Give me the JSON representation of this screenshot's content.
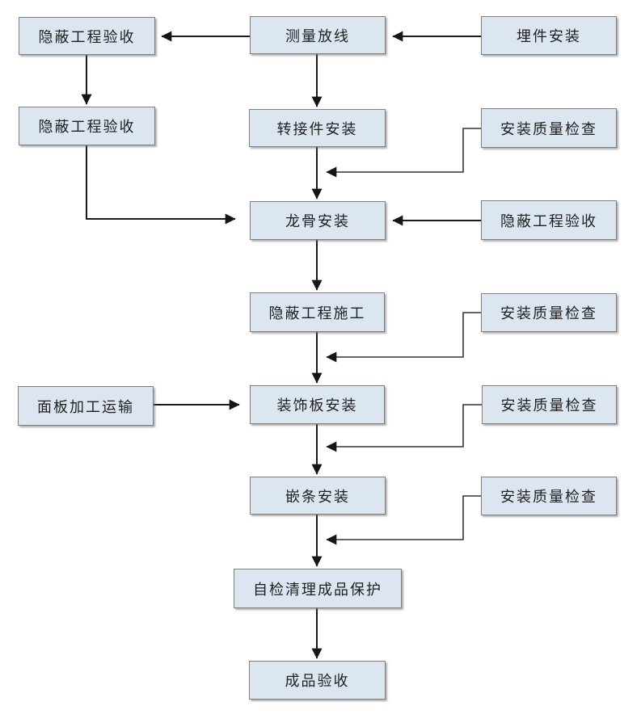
{
  "colors": {
    "background": "#ffffff",
    "node_fill": "#dce6f1",
    "node_border": "#7f7f7f",
    "connector": "#1a1a1a",
    "text": "#1f1f1f"
  },
  "diagram": {
    "type": "flowchart",
    "nodes": [
      {
        "id": "concealed-work-acceptance-1",
        "label": "隐蔽工程验收"
      },
      {
        "id": "measure-setout",
        "label": "测量放线"
      },
      {
        "id": "embedded-parts-install",
        "label": "埋件安装"
      },
      {
        "id": "concealed-work-acceptance-2",
        "label": "隐蔽工程验收"
      },
      {
        "id": "adapter-install",
        "label": "转接件安装"
      },
      {
        "id": "install-quality-check-1",
        "label": "安装质量检查"
      },
      {
        "id": "keel-install",
        "label": "龙骨安装"
      },
      {
        "id": "concealed-work-acceptance-3",
        "label": "隐蔽工程验收"
      },
      {
        "id": "concealed-work-construction",
        "label": "隐蔽工程施工"
      },
      {
        "id": "install-quality-check-2",
        "label": "安装质量检查"
      },
      {
        "id": "panel-processing-transport",
        "label": "面板加工运输"
      },
      {
        "id": "decorative-panel-install",
        "label": "装饰板安装"
      },
      {
        "id": "install-quality-check-3",
        "label": "安装质量检查"
      },
      {
        "id": "trim-strip-install",
        "label": "嵌条安装"
      },
      {
        "id": "install-quality-check-4",
        "label": "安装质量检查"
      },
      {
        "id": "self-check-cleaning-protection",
        "label": "自检清理成品保护"
      },
      {
        "id": "finished-product-acceptance",
        "label": "成品验收"
      }
    ],
    "edges": [
      {
        "from": "embedded-parts-install",
        "to": "measure-setout"
      },
      {
        "from": "measure-setout",
        "to": "concealed-work-acceptance-1"
      },
      {
        "from": "concealed-work-acceptance-1",
        "to": "concealed-work-acceptance-2"
      },
      {
        "from": "measure-setout",
        "to": "adapter-install"
      },
      {
        "from": "adapter-install",
        "to": "keel-install"
      },
      {
        "from": "install-quality-check-1",
        "to": "keel-install"
      },
      {
        "from": "concealed-work-acceptance-2",
        "to": "keel-install"
      },
      {
        "from": "concealed-work-acceptance-3",
        "to": "keel-install"
      },
      {
        "from": "keel-install",
        "to": "concealed-work-construction"
      },
      {
        "from": "install-quality-check-2",
        "to": "concealed-work-construction-to-decorative-panel-line"
      },
      {
        "from": "concealed-work-construction",
        "to": "decorative-panel-install"
      },
      {
        "from": "panel-processing-transport",
        "to": "decorative-panel-install"
      },
      {
        "from": "decorative-panel-install",
        "to": "trim-strip-install"
      },
      {
        "from": "install-quality-check-3",
        "to": "decorative-panel-to-trim-strip-line"
      },
      {
        "from": "trim-strip-install",
        "to": "self-check-cleaning-protection"
      },
      {
        "from": "install-quality-check-4",
        "to": "trim-strip-to-self-check-line"
      },
      {
        "from": "self-check-cleaning-protection",
        "to": "finished-product-acceptance"
      }
    ]
  }
}
